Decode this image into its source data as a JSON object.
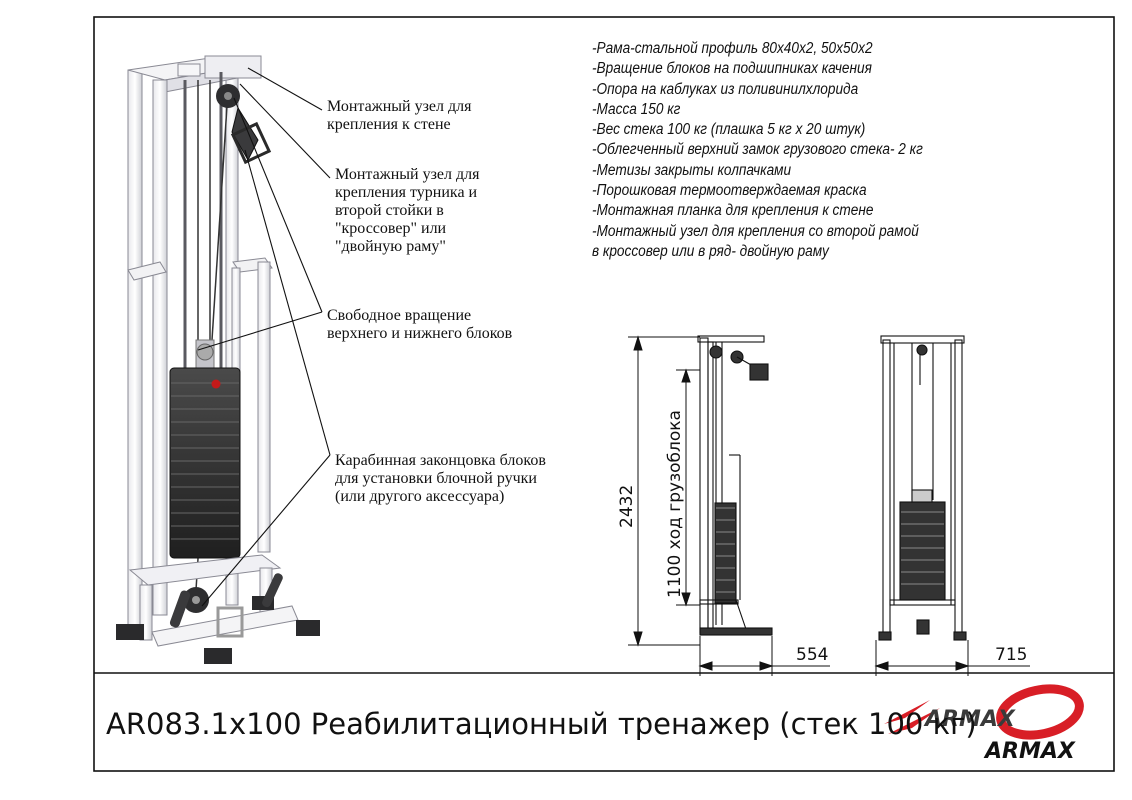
{
  "callouts": {
    "wall_mount": [
      "Монтажный узел для",
      "крепления к стене"
    ],
    "crossover_mount": [
      "Монтажный узел для",
      "крепления турника и",
      "второй стойки в",
      "\"кроссовер\" или",
      "\"двойную раму\""
    ],
    "free_rotation": [
      "Свободное вращение",
      "верхнего и нижнего блоков"
    ],
    "carabiner": [
      "Карабинная законцовка блоков",
      "для установки блочной ручки",
      "(или другого аксессуара)"
    ]
  },
  "specs": [
    "-Рама-стальной профиль 80х40х2, 50х50х2",
    "-Вращение блоков на подшипниках качения",
    "-Опора на каблуках из поливинилхлорида",
    "-Масса 150 кг",
    "-Вес стека 100 кг (плашка 5 кг х 20 штук)",
    "-Облегченный верхний замок грузового стека- 2 кг",
    "-Метизы закрыты колпачками",
    "-Порошковая термоотверждаемая краска",
    "-Монтажная планка для крепления к стене",
    "-Монтажный узел для крепления со второй рамой",
    "в кроссовер или в ряд- двойную раму"
  ],
  "dimensions": {
    "height": "2432",
    "stroke": "1100 ход грузоблока",
    "depth": "554",
    "width": "715"
  },
  "title": "AR083.1х100 Реабилитационный тренажер (стек 100 кг)",
  "brand": {
    "name": "ARMAX",
    "red": "#d81e26",
    "dark": "#111111"
  }
}
